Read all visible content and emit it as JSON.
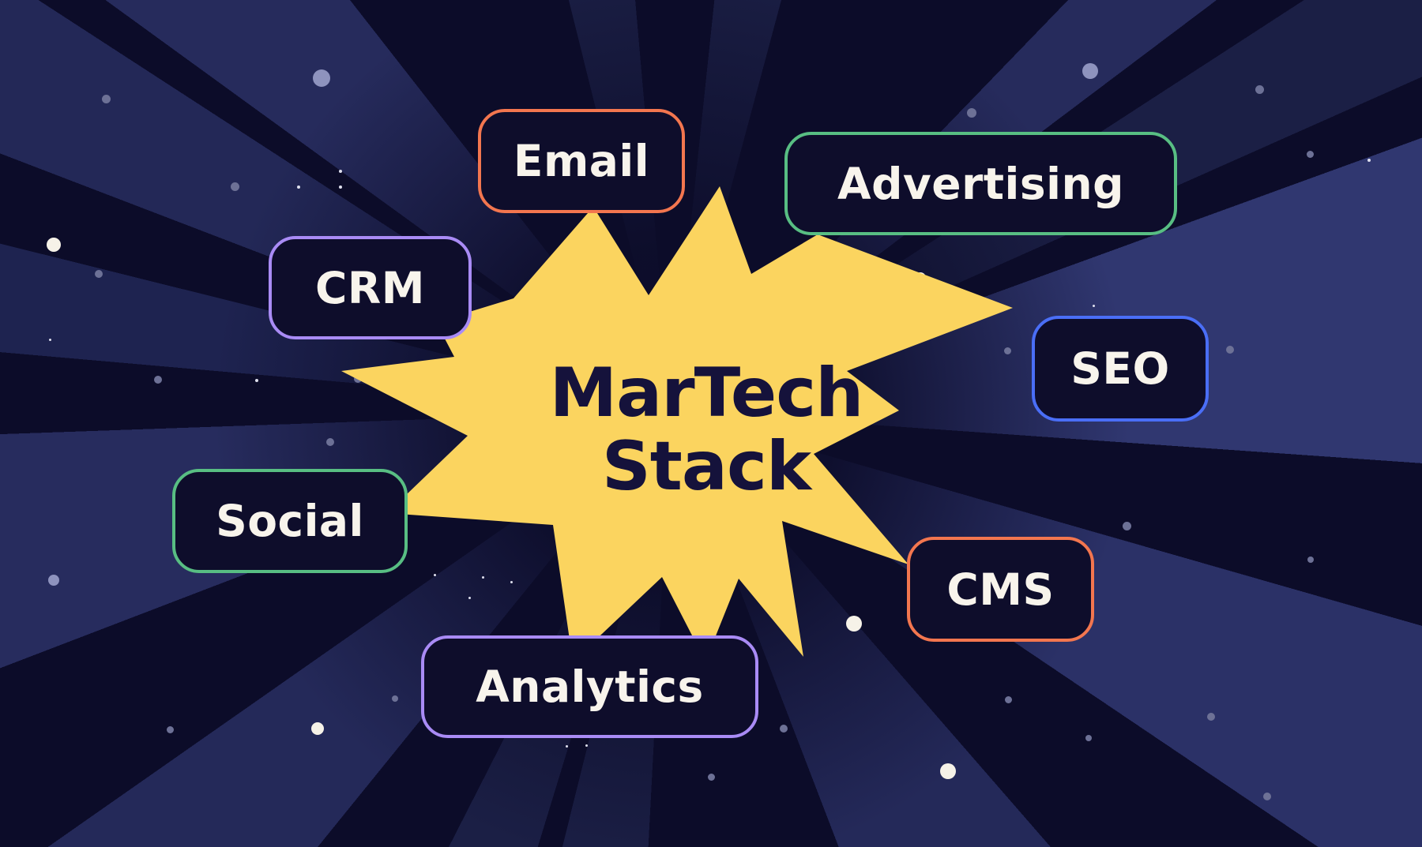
{
  "figure": {
    "center_label": {
      "line1": "MarTech",
      "line2": "Stack"
    },
    "nodes": [
      {
        "label": "Email",
        "accent": "#f3764f"
      },
      {
        "label": "Advertising",
        "accent": "#58be83"
      },
      {
        "label": "CRM",
        "accent": "#a98bf5"
      },
      {
        "label": "SEO",
        "accent": "#4a6ef6"
      },
      {
        "label": "Social",
        "accent": "#58be83"
      },
      {
        "label": "CMS",
        "accent": "#f3764f"
      },
      {
        "label": "Analytics",
        "accent": "#a98bf5"
      }
    ],
    "colors": {
      "background": "#0c0c29",
      "ray_bright": "#303770",
      "burst_star": "#fbd45f",
      "badge_fill": "#0e0d2b",
      "badge_text": "#f8f4ec",
      "title_text": "#15123b",
      "dot_white": "#f6f2e8",
      "dot_lavender": "#8e93be",
      "dot_gray": "#6d7196"
    }
  }
}
